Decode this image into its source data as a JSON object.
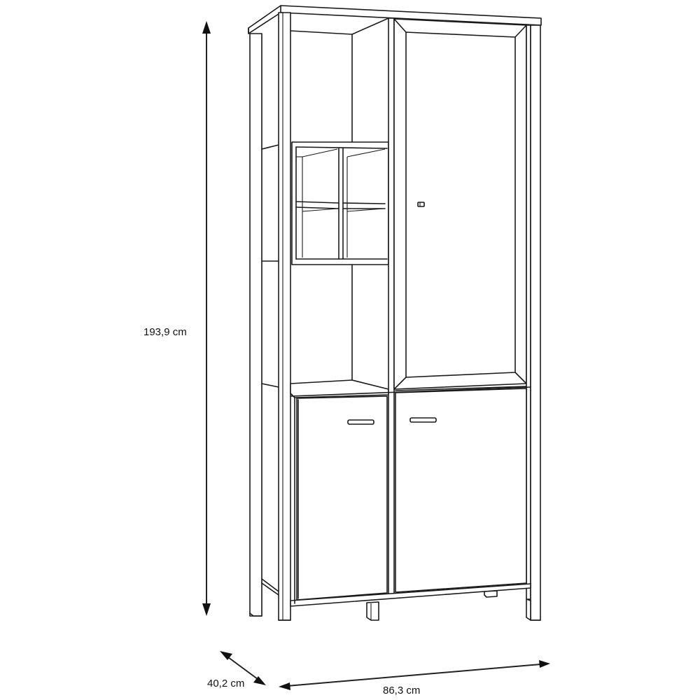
{
  "title": "Cabinet technical drawing with dimensions",
  "dimensions": {
    "height": {
      "label": "193,9 cm",
      "value": 193.9,
      "unit": "cm"
    },
    "width": {
      "label": "86,3 cm",
      "value": 86.3,
      "unit": "cm"
    },
    "depth": {
      "label": "40,2 cm",
      "value": 40.2,
      "unit": "cm"
    }
  },
  "parts": {
    "top_panel": "top-panel",
    "left_open_shelving": "open-shelves",
    "cubby_grid": {
      "rows": 2,
      "columns": 2
    },
    "glass_door": {
      "handle": "small-knob"
    },
    "lower_doors": {
      "count": 2,
      "handle": "bar-handle"
    },
    "legs": 4
  },
  "colors": {
    "line": "#1a1a1a",
    "background": "#ffffff"
  }
}
